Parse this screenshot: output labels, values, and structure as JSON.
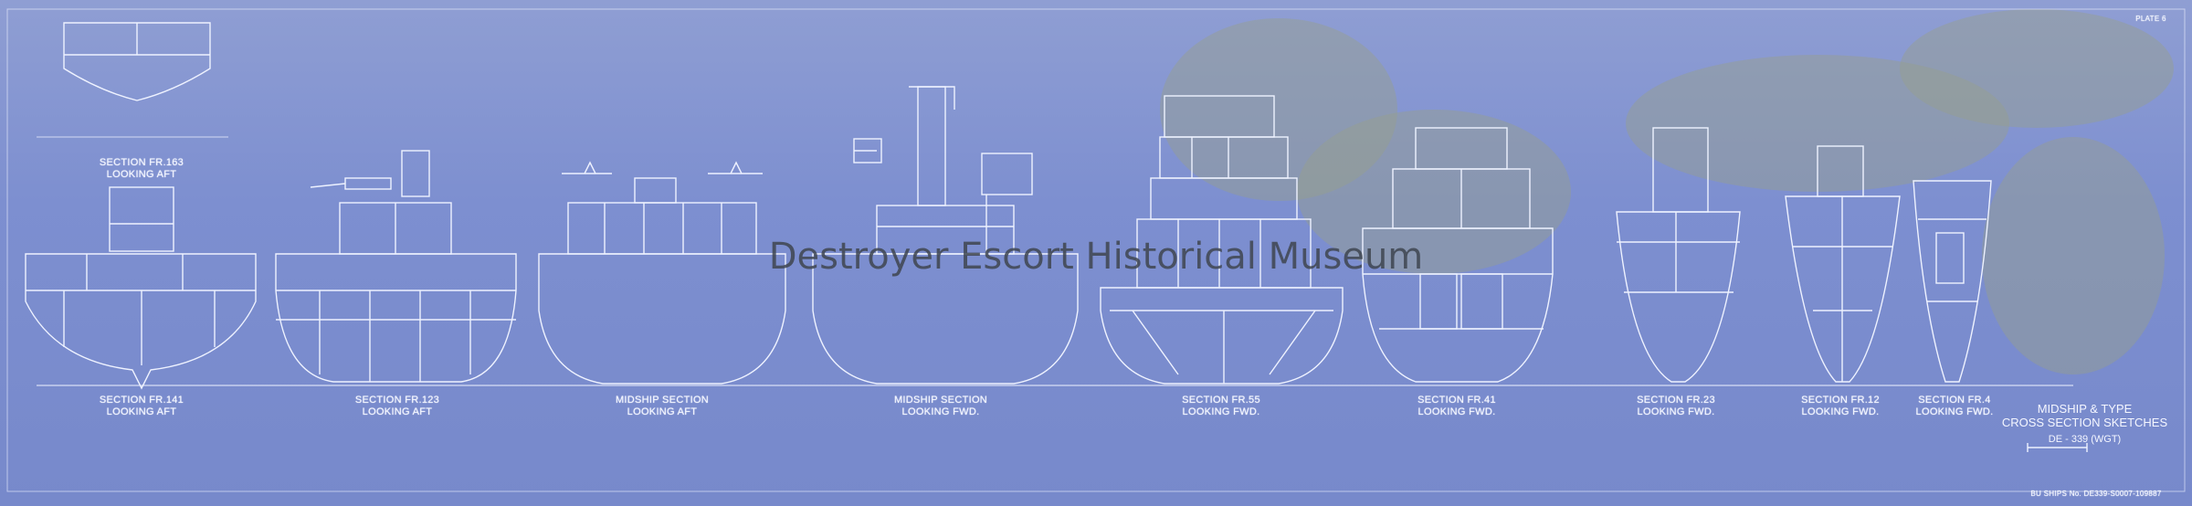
{
  "watermark": "Destroyer Escort Historical Museum",
  "title": {
    "line1": "MIDSHIP & TYPE",
    "line2": "CROSS SECTION SKETCHES",
    "hull": "DE - 339 (WGT)",
    "plate": "PLATE 6",
    "drawing_number": "BU SHIPS No. DE339-S0007-109887"
  },
  "sections": [
    {
      "label": "SECTION FR.163",
      "view": "LOOKING AFT"
    },
    {
      "label": "SECTION FR.141",
      "view": "LOOKING AFT"
    },
    {
      "label": "SECTION FR.123",
      "view": "LOOKING AFT"
    },
    {
      "label": "MIDSHIP SECTION",
      "view": "LOOKING AFT"
    },
    {
      "label": "MIDSHIP SECTION",
      "view": "LOOKING FWD."
    },
    {
      "label": "SECTION FR.55",
      "view": "LOOKING FWD."
    },
    {
      "label": "SECTION FR.41",
      "view": "LOOKING FWD."
    },
    {
      "label": "SECTION FR.23",
      "view": "LOOKING FWD."
    },
    {
      "label": "SECTION FR.12",
      "view": "LOOKING FWD."
    },
    {
      "label": "SECTION FR.4",
      "view": "LOOKING FWD."
    }
  ],
  "colors": {
    "paper": "#7d8fd0",
    "line": "#eef2ff",
    "stain": "#a4a894"
  }
}
